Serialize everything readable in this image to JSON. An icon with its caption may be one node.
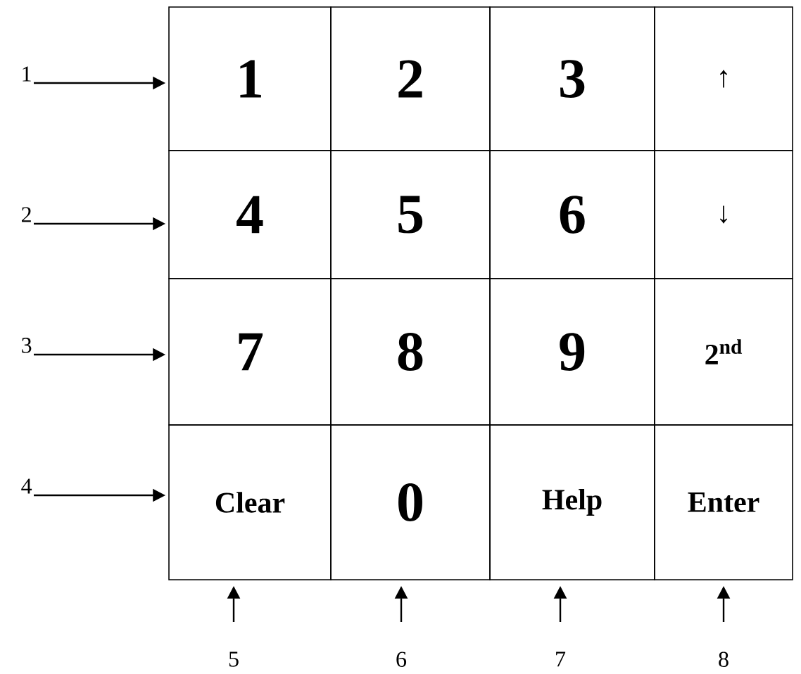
{
  "diagram": {
    "nodes": [
      {
        "text": [
          "1"
        ]
      },
      {
        "text": [
          "2"
        ]
      },
      {
        "text": [
          "3"
        ]
      },
      {
        "text": [
          "4"
        ]
      },
      {
        "text": [
          "1"
        ]
      },
      {
        "text": [
          "2"
        ]
      },
      {
        "text": [
          "3"
        ]
      },
      {
        "text": [
          "↑"
        ]
      },
      {
        "text": [
          "4"
        ]
      },
      {
        "text": [
          "5"
        ]
      },
      {
        "text": [
          "6"
        ]
      },
      {
        "text": [
          "↓"
        ]
      },
      {
        "text": [
          "7"
        ]
      },
      {
        "text": [
          "8"
        ]
      },
      {
        "text": [
          "9"
        ]
      },
      {
        "text": [
          "2$^{nd}$"
        ]
      },
      {
        "text": [
          "Clear"
        ]
      },
      {
        "text": [
          "0"
        ]
      },
      {
        "text": [
          "Help"
        ]
      },
      {
        "text": [
          "Enter"
        ]
      },
      {
        "text": [
          "5"
        ]
      },
      {
        "text": [
          "6"
        ]
      },
      {
        "text": [
          "7"
        ]
      },
      {
        "text": [
          "8"
        ]
      }
    ],
    "edges": [
      {
        "from": 0,
        "to": 4,
        "arrow": "to"
      },
      {
        "from": 1,
        "to": 8,
        "arrow": "to"
      },
      {
        "from": 2,
        "to": 12,
        "arrow": "to"
      },
      {
        "from": 3,
        "to": 16,
        "arrow": "to"
      },
      {
        "from": 20,
        "to": 16,
        "arrow": "to"
      },
      {
        "from": 21,
        "to": 17,
        "arrow": "to"
      },
      {
        "from": 22,
        "to": 18,
        "arrow": "to"
      },
      {
        "from": 23,
        "to": 19,
        "arrow": "to"
      }
    ]
  }
}
